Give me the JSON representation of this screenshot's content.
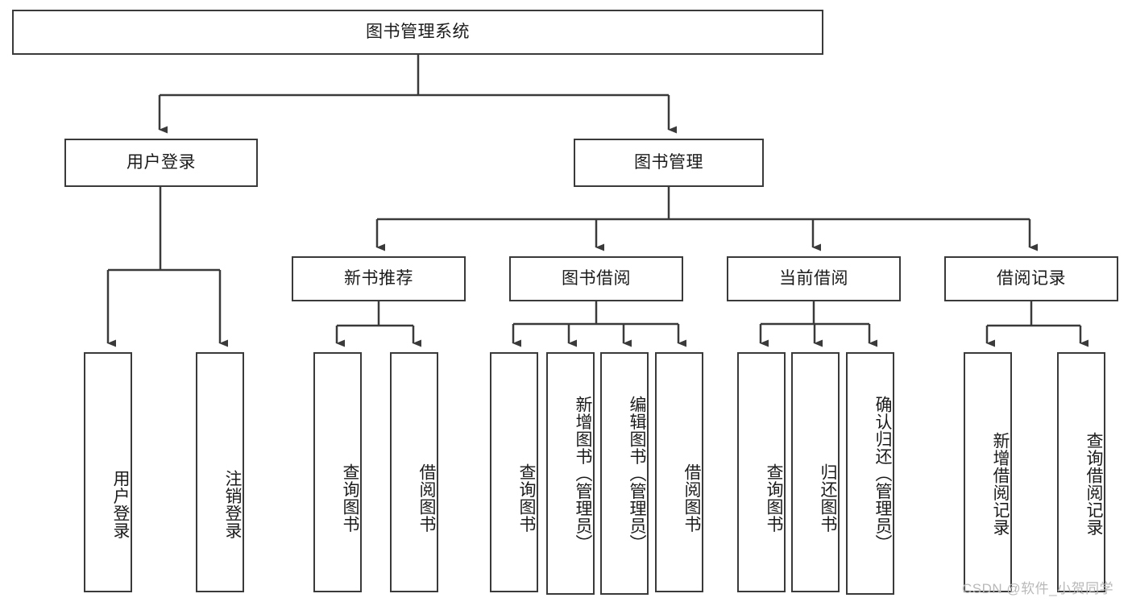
{
  "diagram": {
    "title": "图书管理系统",
    "type": "hierarchy-tree",
    "root": {
      "label": "图书管理系统"
    },
    "level2": [
      {
        "label": "用户登录"
      },
      {
        "label": "图书管理"
      }
    ],
    "level3": [
      {
        "label": "新书推荐"
      },
      {
        "label": "图书借阅"
      },
      {
        "label": "当前借阅"
      },
      {
        "label": "借阅记录"
      }
    ],
    "leaves": {
      "user_login": [
        {
          "label": "用户登录"
        },
        {
          "label": "注销登录"
        }
      ],
      "new_book_recommend": [
        {
          "label": "查询图书"
        },
        {
          "label": "借阅图书"
        }
      ],
      "book_borrow": [
        {
          "label": "查询图书"
        },
        {
          "label": "新增图书（管理员）"
        },
        {
          "label": "编辑图书（管理员）"
        },
        {
          "label": "借阅图书"
        }
      ],
      "current_borrow": [
        {
          "label": "查询图书"
        },
        {
          "label": "归还图书"
        },
        {
          "label": "确认归还（管理员）"
        }
      ],
      "borrow_record": [
        {
          "label": "新增借阅记录"
        },
        {
          "label": "查询借阅记录"
        }
      ]
    }
  },
  "watermark": {
    "text": "CSDN @软件_小贺同学"
  },
  "colors": {
    "stroke": "#3a3a3a",
    "background": "#ffffff",
    "text": "#1b1b1b",
    "watermark": "#b9b9b9"
  }
}
